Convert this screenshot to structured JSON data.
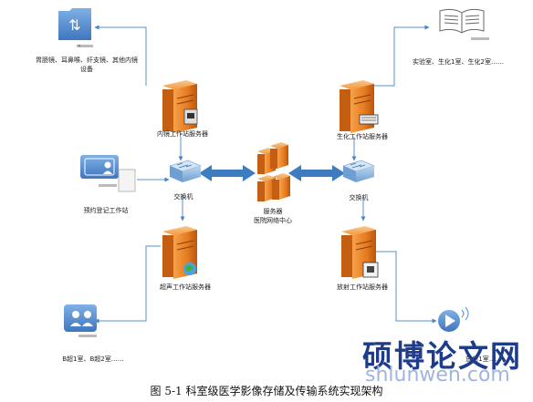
{
  "labels": {
    "endoscope_devices": "胃肠镜、耳鼻喉、纤支镜、其他内镜",
    "endoscope_devices_2": "设备",
    "endoscope_server": "内镜工作站服务器",
    "lab_rooms": "实验室、生化1室、生化2室……",
    "biochem_server": "生化工作站服务器",
    "switch_left": "交换机",
    "switch_right": "交换机",
    "server_center": "服务器",
    "network_center": "医院网络中心",
    "registration": "预约登记工作站",
    "ultrasound_server": "超声工作站服务器",
    "radiology_server": "放射工作站服务器",
    "ultrasound_rooms": "B超1室、B超2室……",
    "radiology_rooms": "放射1室……"
  },
  "watermark": {
    "cn": "硕博论文网",
    "url": "shlunwen.com"
  },
  "caption": "图 5-1  科室级医学影像存储及传输系统实现架构",
  "colors": {
    "line": "#5a90c8",
    "arrow": "#3d7cc0",
    "server_body": "#e07a22",
    "server_dark": "#a8500f",
    "switch": "#8fb6e0",
    "device": "#5a8fce"
  }
}
